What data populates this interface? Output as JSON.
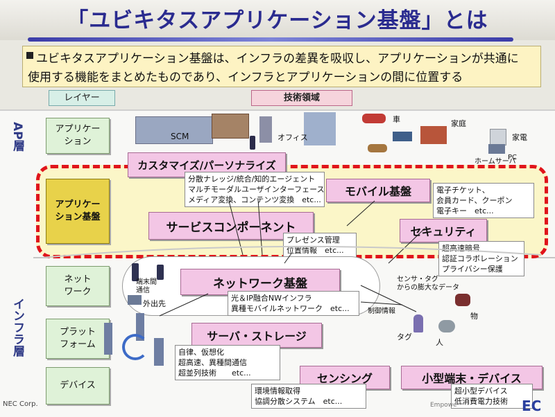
{
  "title": "「ユビキタスアプリケーション基盤」とは",
  "summary": {
    "line1": "ユビキタスアプリケーション基盤は、インフラの差異を吸収し、アプリケーションが共通に",
    "line2": "使用する機能をまとめたものであり、インフラとアプリケーションの間に位置する"
  },
  "headers": {
    "layer": "レイヤー",
    "tech": "技術領域"
  },
  "side_labels": {
    "ap": "AP層",
    "infra": "インフラ層"
  },
  "layers": {
    "application": "アプリケー\nション",
    "platform_base": "アプリケー\nション基盤",
    "network": "ネット\nワーク",
    "platform": "プラット\nフォーム",
    "device": "デバイス"
  },
  "app_scene": {
    "scm": "SCM",
    "office": "オフィス",
    "car": "車",
    "home": "家庭",
    "appliance": "家電",
    "home_server": "ホームサーバ",
    "pc": "PC"
  },
  "tech": {
    "customize": "カスタマイズ/パーソナライズ",
    "customize_notes": [
      "分散ナレッジ/統合/知的エージェント",
      "マルチモーダルユーザインターフェース",
      "メディア変換、コンテンツ変換　etc..."
    ],
    "mobile": "モバイル基盤",
    "mobile_notes": [
      "電子チケット、",
      "会員カード、クーポン",
      "電子キー　etc..."
    ],
    "service": "サービスコンポーネント",
    "service_notes": [
      "プレゼンス管理",
      "位置情報　etc..."
    ],
    "security": "セキュリティ",
    "security_notes": [
      "超高速暗号",
      "認証コラボレーション",
      "プライバシー保護"
    ],
    "network": "ネットワーク基盤",
    "network_notes": [
      "光＆IP融合NWインフラ",
      "異種モバイルネットワーク　etc..."
    ],
    "server": "サーバ・ストレージ",
    "server_notes": [
      "自律、仮想化",
      "超高速、異種間通信",
      "超並列技術　　etc..."
    ],
    "sensing": "センシング",
    "sensing_notes": [
      "環境情報取得",
      "協調分散システム　etc..."
    ],
    "small_device": "小型端末・デバイス",
    "small_device_notes": [
      "超小型デバイス",
      "低消費電力技術"
    ]
  },
  "network_scene": {
    "terminals": "端末間\n通信",
    "outside": "外出先",
    "sensor_data": "センサ・タグ\nからの膨大なデータ",
    "control": "制御情報",
    "thing": "物",
    "tag": "タグ",
    "person": "人"
  },
  "footer": {
    "corp": "NEC Corp.",
    "tagline": "Empowe",
    "logo": "EC"
  },
  "colors": {
    "title": "#2a2b8f",
    "summary_bg": "#fdf3c3",
    "pink_box": "#f3c6e5",
    "dashed_border": "#e0141b",
    "gold_box": "#e8d24a",
    "green_box": "#dff2d8"
  }
}
